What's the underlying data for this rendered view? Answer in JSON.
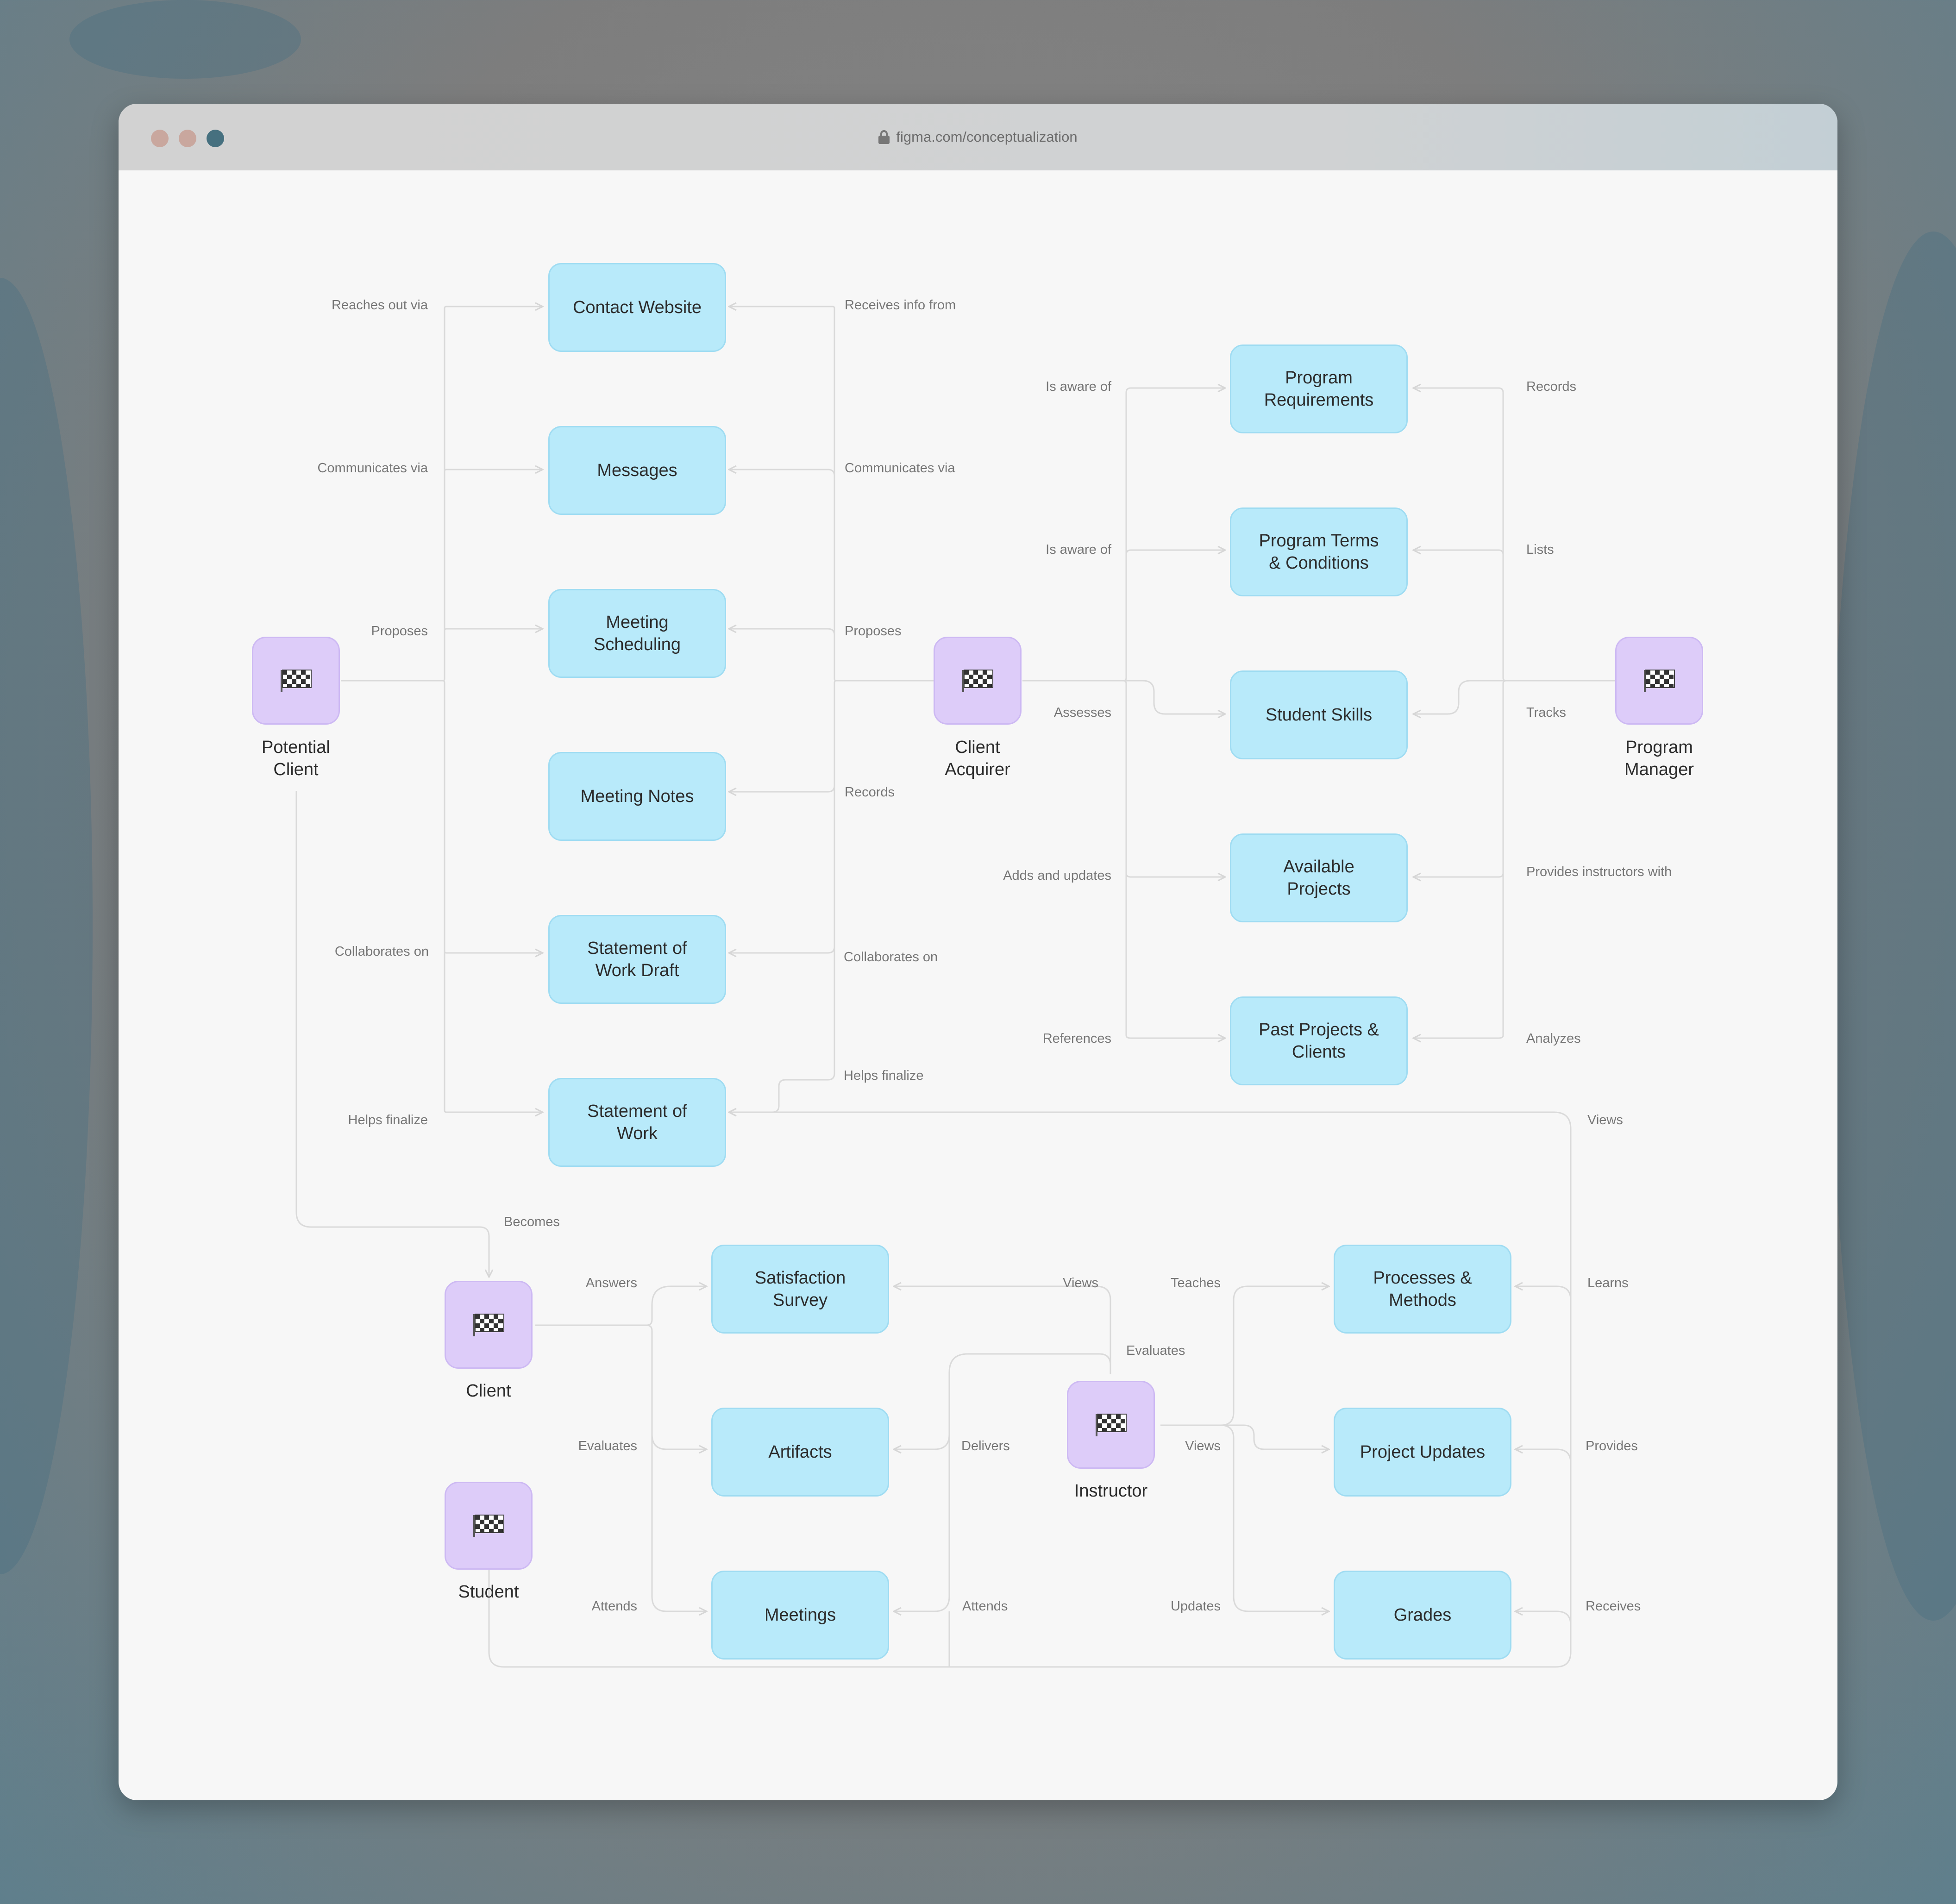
{
  "browser": {
    "url": "figma.com/conceptualization",
    "dots": [
      {
        "name": "close",
        "color": "#c9a79e"
      },
      {
        "name": "minimize",
        "color": "#c9a79e"
      },
      {
        "name": "zoom",
        "color": "#46707f"
      }
    ]
  },
  "colors": {
    "box_fill": "#b8eafa",
    "actor_fill": "#ddccf9",
    "wire": "#d8d8d8"
  },
  "actors": {
    "potential_client": {
      "label": "Potential\nClient",
      "icon": "checkered-flag-icon"
    },
    "client_acquirer": {
      "label": "Client\nAcquirer",
      "icon": "checkered-flag-icon"
    },
    "program_manager": {
      "label": "Program\nManager",
      "icon": "checkered-flag-icon"
    },
    "client": {
      "label": "Client",
      "icon": "checkered-flag-icon"
    },
    "student": {
      "label": "Student",
      "icon": "checkered-flag-icon"
    },
    "instructor": {
      "label": "Instructor",
      "icon": "checkered-flag-icon"
    }
  },
  "boxes": {
    "contact_website": "Contact Website",
    "messages": "Messages",
    "meeting_scheduling": "Meeting\nScheduling",
    "meeting_notes": "Meeting Notes",
    "sow_draft": "Statement of\nWork Draft",
    "sow": "Statement of\nWork",
    "program_requirements": "Program\nRequirements",
    "program_terms": "Program Terms\n& Conditions",
    "student_skills": "Student Skills",
    "available_projects": "Available\nProjects",
    "past_projects": "Past Projects &\nClients",
    "satisfaction_survey": "Satisfaction\nSurvey",
    "artifacts": "Artifacts",
    "meetings": "Meetings",
    "processes_methods": "Processes &\nMethods",
    "project_updates": "Project Updates",
    "grades": "Grades"
  },
  "edges": {
    "pc_reaches_out_via": "Reaches out via",
    "pc_communicates_via": "Communicates via",
    "pc_proposes": "Proposes",
    "pc_collaborates_on": "Collaborates on",
    "pc_helps_finalize": "Helps finalize",
    "ca_receives_info_from": "Receives info from",
    "ca_communicates_via": "Communicates via",
    "ca_proposes": "Proposes",
    "ca_records": "Records",
    "ca_collaborates_on": "Collaborates on",
    "ca_helps_finalize": "Helps finalize",
    "ca_is_aware_of_1": "Is aware of",
    "ca_is_aware_of_2": "Is aware of",
    "ca_assesses": "Assesses",
    "ca_adds_and_updates": "Adds and updates",
    "ca_references": "References",
    "pm_records": "Records",
    "pm_lists": "Lists",
    "pm_tracks": "Tracks",
    "pm_provides_instructors_with": "Provides instructors with",
    "pm_analyzes": "Analyzes",
    "pm_views": "Views",
    "pc_becomes": "Becomes",
    "client_answers": "Answers",
    "client_evaluates": "Evaluates",
    "student_attends": "Attends",
    "instr_views_survey": "Views",
    "instr_evaluates": "Evaluates",
    "instr_delivers": "Delivers",
    "instr_attends": "Attends",
    "instr_teaches": "Teaches",
    "instr_views_updates": "Views",
    "instr_updates": "Updates",
    "student_learns": "Learns",
    "student_provides": "Provides",
    "student_receives": "Receives"
  }
}
